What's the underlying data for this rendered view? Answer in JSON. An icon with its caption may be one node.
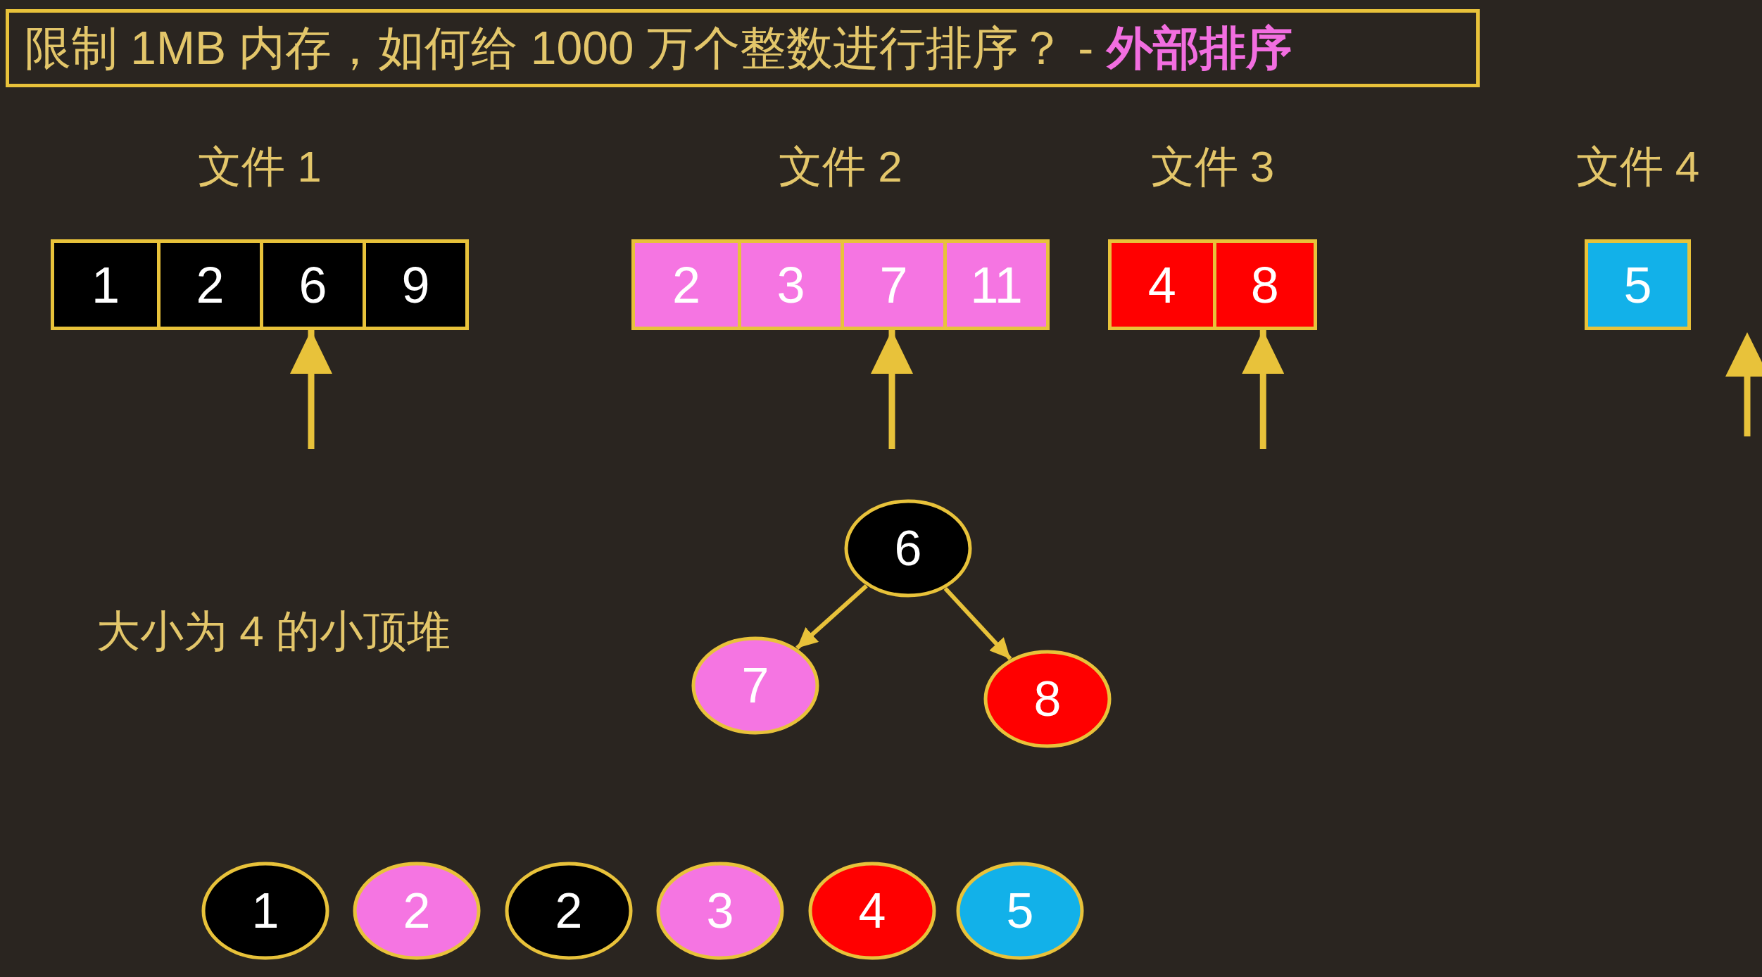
{
  "diagram": {
    "title": "限制 1MB 内存，如何给 1000 万个整数进行排序？ - **外部排序**",
    "nodes": [
      {
        "text": [
          "文件 1"
        ]
      },
      {
        "text": [
          "1"
        ],
        "in": 0
      },
      {
        "text": [
          "2"
        ],
        "in": 0
      },
      {
        "text": [
          "6"
        ],
        "in": 0
      },
      {
        "text": [
          "9"
        ],
        "in": 0
      },
      {
        "text": [
          "文件 2"
        ]
      },
      {
        "text": [
          "2"
        ],
        "in": 5
      },
      {
        "text": [
          "3"
        ],
        "in": 5
      },
      {
        "text": [
          "7"
        ],
        "in": 5
      },
      {
        "text": [
          "11"
        ],
        "in": 5
      },
      {
        "text": [
          "文件 3"
        ]
      },
      {
        "text": [
          "4"
        ],
        "in": 10
      },
      {
        "text": [
          "8"
        ],
        "in": 10
      },
      {
        "text": [
          "文件 4"
        ]
      },
      {
        "text": [
          "5"
        ],
        "in": 13
      },
      {
        "text": [
          "6"
        ]
      },
      {
        "text": [
          "7"
        ]
      },
      {
        "text": [
          "8"
        ]
      },
      {
        "text": [
          "1"
        ]
      },
      {
        "text": [
          "2"
        ]
      },
      {
        "text": [
          "2"
        ]
      },
      {
        "text": [
          "3"
        ]
      },
      {
        "text": [
          "4"
        ]
      },
      {
        "text": [
          "5"
        ]
      }
    ],
    "edges": [
      {
        "from": null,
        "to": 3,
        "arrow": "to"
      },
      {
        "from": null,
        "to": 8,
        "arrow": "to"
      },
      {
        "from": null,
        "to": 12,
        "arrow": "to"
      },
      {
        "from": 15,
        "to": 16,
        "arrow": "to"
      },
      {
        "from": 15,
        "to": 17,
        "arrow": "to"
      }
    ],
    "labels": [
      "大小为 4 的小顶堆"
    ]
  }
}
